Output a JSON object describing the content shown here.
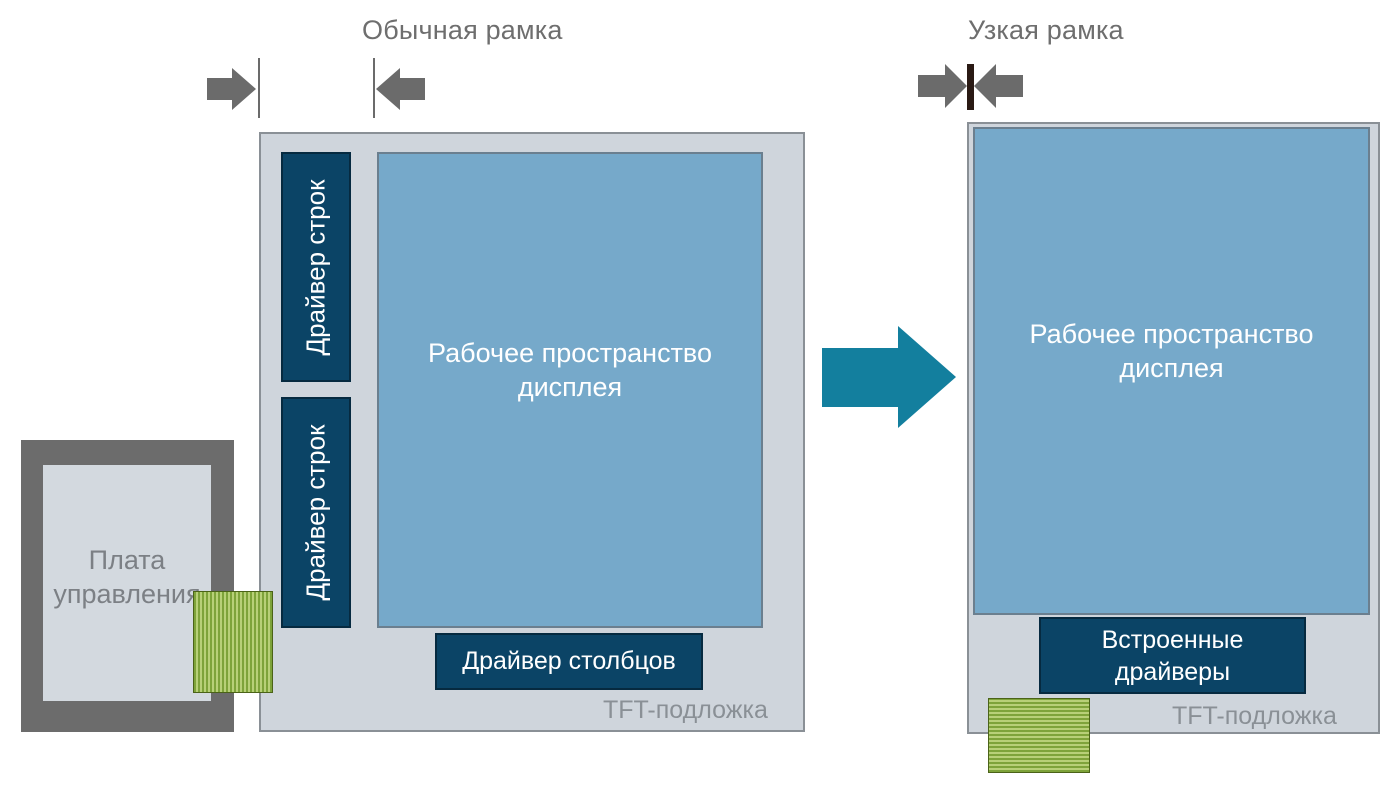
{
  "labels": {
    "normal_frame": "Обычная рамка",
    "narrow_frame": "Узкая рамка"
  },
  "left_panel": {
    "work_area": "Рабочее пространство\nдисплея",
    "row_driver_top": "Драйвер строк",
    "row_driver_bottom": "Драйвер строк",
    "column_driver": "Драйвер столбцов",
    "substrate": "TFT-подложка"
  },
  "control_board": {
    "label": "Плата\nуправления"
  },
  "right_panel": {
    "work_area": "Рабочее пространство\nдисплея",
    "embedded_drivers": "Встроенные\nдрайверы",
    "substrate": "TFT-подложка"
  },
  "colors": {
    "substrate": "#cfd5dc",
    "work_area": "#76a9ca",
    "driver": "#0b4466",
    "flex_connector": "#7ea33a",
    "transition_arrow": "#137f9e",
    "dimension_arrow": "#6b6b6b"
  },
  "icons": {
    "dimension_arrow": "arrow-right-icon",
    "transition": "big-arrow-right-icon"
  }
}
